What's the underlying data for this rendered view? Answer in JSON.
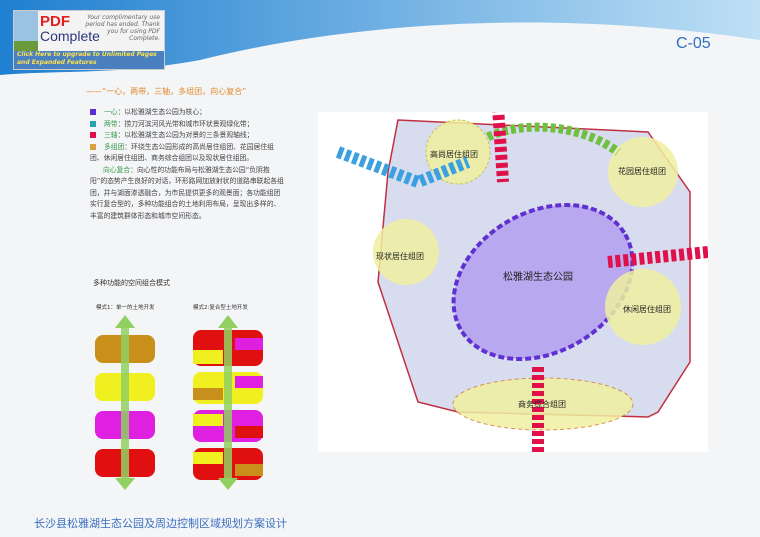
{
  "pdf_banner": {
    "brand_line1": "PDF",
    "brand_line2": "Complete",
    "message": "Your complimentary use period has ended. Thank you for using PDF Complete.",
    "cta": "Click Here to upgrade to Unlimited Pages and Expanded Features"
  },
  "page_code": "C-05",
  "heading": "——“一心，两带，三轴，多组团，向心复合”",
  "legend": [
    {
      "color": "#5a2ed0",
      "key": "一心",
      "text": "：以松雅湖生态公园为核心；"
    },
    {
      "color": "#2aa0b0",
      "key": "两带",
      "text": "：捞刀河滨河风光带和城市环状景观绿化带；"
    },
    {
      "color": "#e0104a",
      "key": "三轴",
      "text": "：以松雅湖生态公园为对景的三条景观轴线；"
    },
    {
      "color": "#d8a040",
      "key": "多组团",
      "text": "：环绕生态公园形成的高尚居住组团、花园居住组团、休闲居住组团、商务综合组团以及现状居住组团。"
    }
  ],
  "paragraph": {
    "key": "向心复合",
    "text": "：向心性的功能布局与松雅湖生态公园“负阴抱阳”的态势产生良好的对话，环形路网加放射状的道路串联起各组团，并与湖面渗透融合，为市民提供更多的观景面；各功能组团实行复合型的，多种功能组合的土地利用布局，呈现出多样的、丰富的建筑群体形态和城市空间形态。"
  },
  "models_title": "多种功能的空间组合模式",
  "model1": "模式1：单一的土地开发",
  "model2": "模式2:复合型土地开发",
  "map_labels": {
    "c1": "高尚居住组团",
    "c2": "花园居住组团",
    "c3": "现状居住组团",
    "c4": "松雅湖生态公园",
    "c5": "休闲居住组团",
    "c6": "商务综合组团"
  },
  "footer_title": "长沙县松雅湖生态公园及周边控制区域规划方案设计"
}
